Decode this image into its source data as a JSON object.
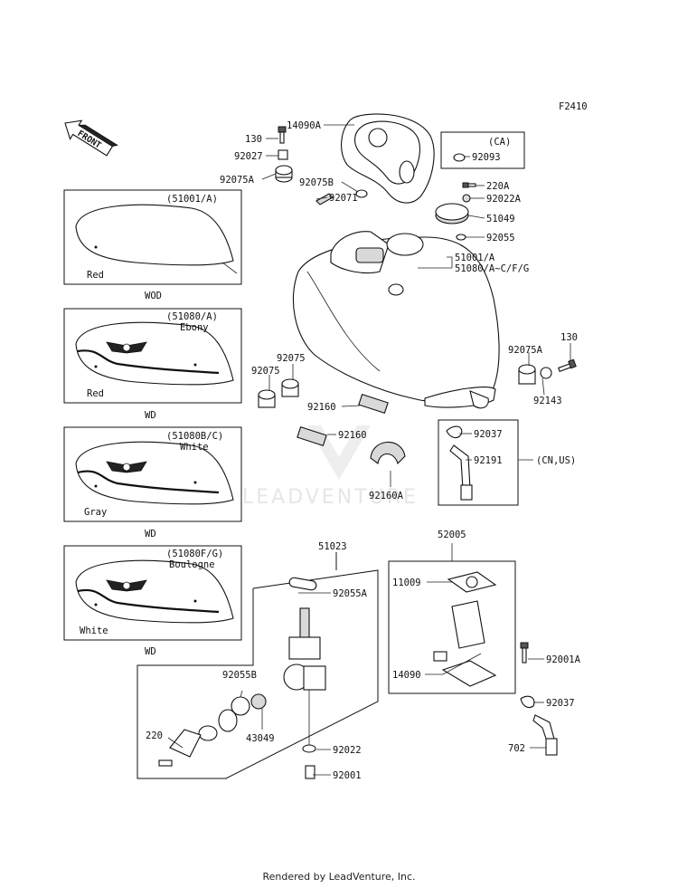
{
  "figure_code": "F2410",
  "front_label": "FRONT",
  "watermark": "LEADVENTURE",
  "footer": "Rendered by LeadVenture, Inc.",
  "tank_variants": [
    {
      "part": "(51001/A)",
      "color_name": "",
      "stripe": "Red",
      "code": "WOD"
    },
    {
      "part": "(51080/A)",
      "color_name": "Ebony",
      "stripe": "Red",
      "code": "WD"
    },
    {
      "part": "(51080B/C)",
      "color_name": "White",
      "stripe": "Gray",
      "code": "WD"
    },
    {
      "part": "(51080F/G)",
      "color_name": "Boulogne",
      "stripe": "White",
      "code": "WD"
    }
  ],
  "labels": {
    "p130_top": "130",
    "p14090A": "14090A",
    "p92027": "92027",
    "p92075A_top": "92075A",
    "p92075B": "92075B",
    "p92071": "92071",
    "ca_region": "(CA)",
    "p92093": "92093",
    "p220A": "220A",
    "p92022A": "92022A",
    "p51049": "51049",
    "p92055": "92055",
    "p51001A": "51001/A",
    "p51080": "51080/A~C/F/G",
    "p92075A_right": "92075A",
    "p130_right": "130",
    "p92143": "92143",
    "p92075_a": "92075",
    "p92075_b": "92075",
    "p92160_a": "92160",
    "p92160_b": "92160",
    "p92160A": "92160A",
    "p92037_top": "92037",
    "p92191": "92191",
    "cn_us": "(CN,US)",
    "p51023": "51023",
    "p92055A": "92055A",
    "p92055B": "92055B",
    "p220": "220",
    "p43049": "43049",
    "p92022": "92022",
    "p92001": "92001",
    "p52005": "52005",
    "p11009": "11009",
    "p92001A": "92001A",
    "p14090": "14090",
    "p92037_bot": "92037",
    "p702": "702"
  }
}
